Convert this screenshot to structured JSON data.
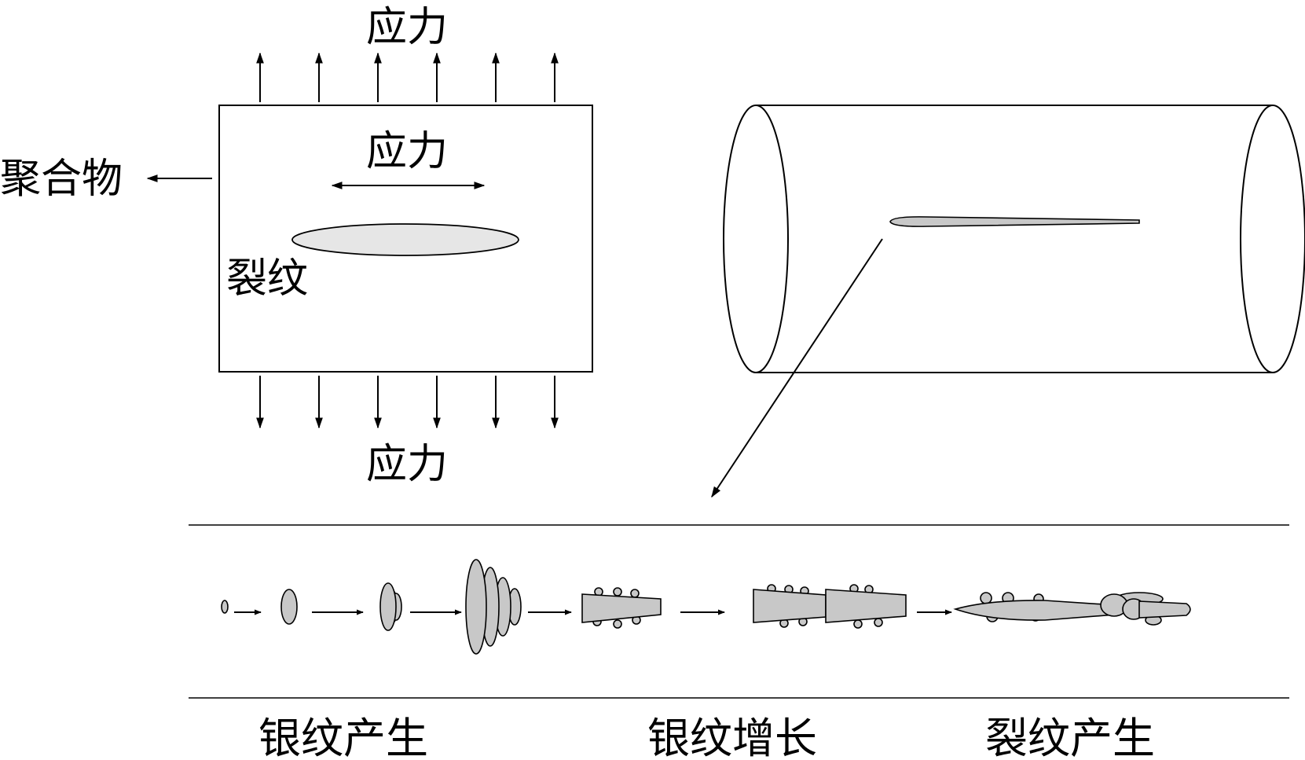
{
  "labels": {
    "stress_top": "应力",
    "stress_middle": "应力",
    "stress_bottom": "应力",
    "polymer": "聚合物",
    "crack": "裂纹",
    "stage_craze_initiation": "银纹产生",
    "stage_craze_growth": "银纹增长",
    "stage_crack_initiation": "裂纹产生"
  },
  "colors": {
    "stroke": "#000000",
    "fill_light": "#e6e6e6",
    "fill_mid": "#c8c8c8",
    "background": "#ffffff"
  },
  "icons": {
    "stress_arrows": "arrow-icon",
    "progression_arrows": "arrow-icon"
  }
}
